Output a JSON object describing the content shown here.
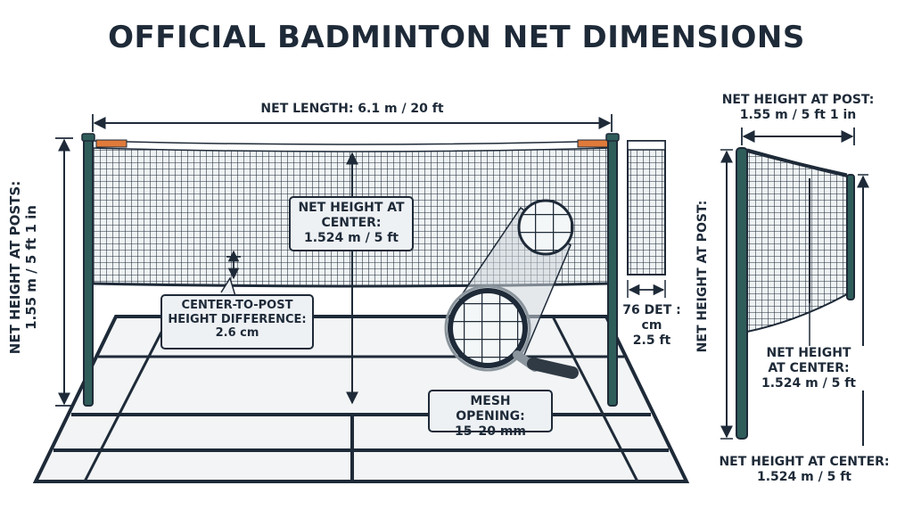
{
  "title": "OFFICIAL BADMINTON NET DIMENSIONS",
  "front_view": {
    "net_length": "NET LENGTH: 6.1 m / 20 ft",
    "post_height_line1": "NET HEIGHT AT POSTS:",
    "post_height_line2": "1.55 m / 5 ft 1 in",
    "center_height_line1": "NET HEIGHT AT",
    "center_height_line2": "CENTER:",
    "center_height_line3": "1.524 m / 5 ft",
    "difference_line1": "CENTER-TO-POST",
    "difference_line2": "HEIGHT DIFFERENCE:",
    "difference_line3": "2.6 cm",
    "mesh_line1": "MESH OPENING:",
    "mesh_line2": "15–20 mm",
    "depth_line1": "76 DET :",
    "depth_line2": "cm",
    "depth_line3": "2.5 ft"
  },
  "side_view": {
    "top_line1": "NET HEIGHT AT POST:",
    "top_line2": "1.55 m / 5 ft 1 in",
    "vertical": "NET HEIGHT AT POST:",
    "center_line1": "NET HEIGHT",
    "center_line2": "AT CENTER:",
    "center_line3": "1.524 m / 5 ft",
    "bottom_line1": "NET HEIGHT AT CENTER:",
    "bottom_line2": "1.524 m / 5 ft"
  },
  "colors": {
    "ink": "#1e2a38",
    "post": "#2f5d5a",
    "tape": "#e07a3a",
    "net_bg": "#e9eef0",
    "court": "#f2f4f5"
  }
}
